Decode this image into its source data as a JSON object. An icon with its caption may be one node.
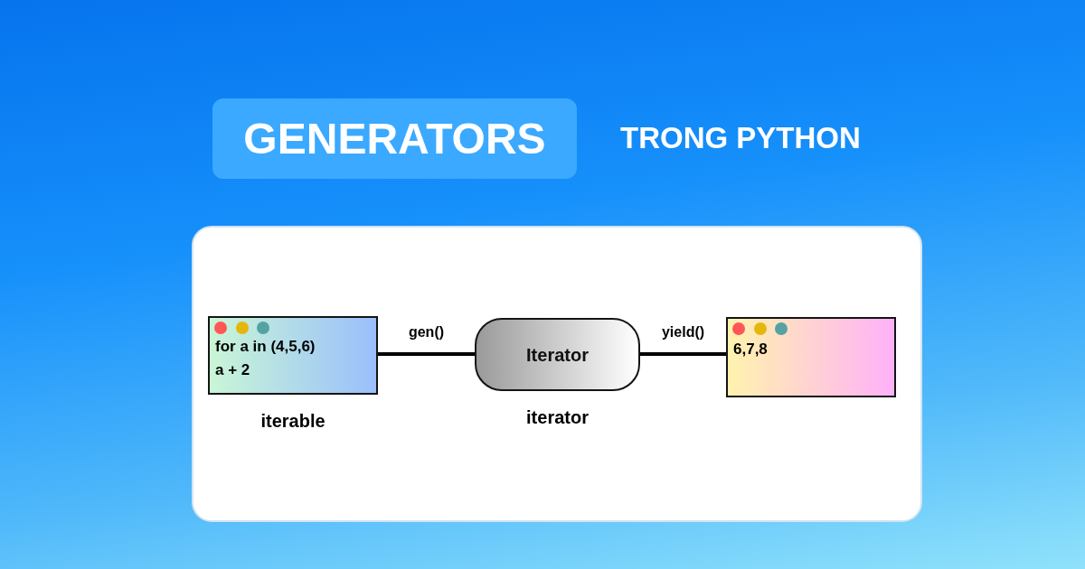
{
  "diagram": {
    "title": "GENERATORS",
    "nodes": [
      {
        "text": [
          "for a in (4,5,6)",
          "a + 2"
        ],
        "beside": [
          "iterable"
        ]
      },
      {
        "text": [
          "Iterator"
        ],
        "beside": [
          "iterator"
        ]
      },
      {
        "text": [
          "6,7,8"
        ]
      }
    ],
    "edges": [
      {
        "from": 0,
        "to": 1,
        "arrow": "none",
        "label": "gen()"
      },
      {
        "from": 1,
        "to": 2,
        "arrow": "none",
        "label": "yield()"
      }
    ],
    "labels": [
      "TRONG PYTHON"
    ]
  }
}
